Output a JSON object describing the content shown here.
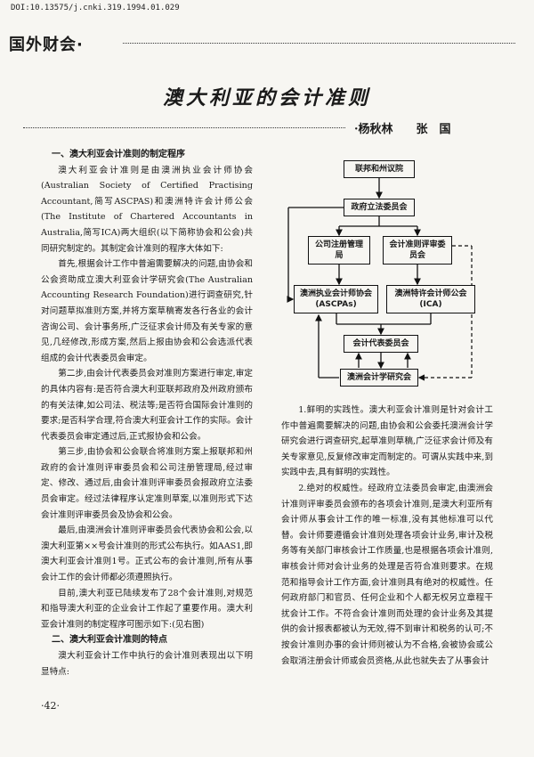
{
  "doi": "DOI:10.13575/j.cnki.319.1994.01.029",
  "section": "国外财会·",
  "title": "澳大利亚的会计准则",
  "authors": "·杨秋林　　张　国",
  "page_number": "·42·",
  "left_column": [
    {
      "type": "h",
      "text": "一、澳大利亚会计准则的制定程序"
    },
    {
      "type": "p",
      "text": "澳大利亚会计准则是由澳洲执业会计师协会(Australian Society of Certified Practising Accountant,简写ASCPAS)和澳洲特许会计师公会(The Institute of Chartered Accountants in Australia,简写ICA)两大组织(以下简称协会和公会)共同研究制定的。其制定会计准则的程序大体如下:"
    },
    {
      "type": "p",
      "text": "首先,根据会计工作中普遍需要解决的问题,由协会和公会资助成立澳大利亚会计学研究会(The Australian Accounting Research Foundation)进行调查研究,针对问题草拟准则方案,并将方案草稿寄发各行各业的会计咨询公司、会计事务所,广泛征求会计师及有关专家的意见,几经修改,形成方案,然后上报由协会和公会选派代表组成的会计代表委员会审定。"
    },
    {
      "type": "p",
      "text": "第二步,由会计代表委员会对准则方案进行审定,审定的具体内容有:是否符合澳大利亚联邦政府及州政府颁布的有关法律,如公司法、税法等;是否符合国际会计准则的要求;是否科学合理,符合澳大利亚会计工作的实际。会计代表委员会审定通过后,正式报协会和公会。"
    },
    {
      "type": "p",
      "text": "第三步,由协会和公会联合将准则方案上报联邦和州政府的会计准则评审委员会和公司注册管理局,经过审定、修改、通过后,由会计准则评审委员会报政府立法委员会审定。经过法律程序认定准则草案,以准则形式下达会计准则评审委员会及协会和公会。"
    },
    {
      "type": "p",
      "text": "最后,由澳洲会计准则评审委员会代表协会和公会,以澳大利亚第××号会计准则的形式公布执行。如AAS1,即澳大利亚会计准则1号。正式公布的会计准则,所有从事会计工作的会计师都必须遵照执行。"
    },
    {
      "type": "p",
      "text": "目前,澳大利亚已陆续发布了28个会计准则,对规范和指导澳大利亚的企业会计工作起了重要作用。澳大利亚会计准则的制定程序可图示如下:(见右图)"
    },
    {
      "type": "h",
      "text": "二、澳大利亚会计准则的特点"
    },
    {
      "type": "p",
      "text": "澳大利亚会计工作中执行的会计准则表现出以下明显特点:"
    }
  ],
  "right_column": [
    {
      "type": "p",
      "text": "1.鲜明的实践性。澳大利亚会计准则是针对会计工作中普遍需要解决的问题,由协会和公会委托澳洲会计学研究会进行调查研究,起草准则草稿,广泛征求会计师及有关专家意见,反复修改审定而制定的。可谓从实践中来,到实践中去,具有鲜明的实践性。"
    },
    {
      "type": "p",
      "text": "2.绝对的权威性。经政府立法委员会审定,由澳洲会计准则评审委员会颁布的各项会计准则,是澳大利亚所有会计师从事会计工作的唯一标准,没有其他标准可以代替。会计师要遵循会计准则处理各项会计业务,审计及税务等有关部门审核会计工作质量,也是根据各项会计准则,审核会计师对会计业务的处理是否符合准则要求。在规范和指导会计工作方面,会计准则具有绝对的权威性。任何政府部门和官员、任何企业和个人都无权另立章程干扰会计工作。不符合会计准则而处理的会计业务及其提供的会计报表都被认为无效,得不到审计和税务的认可;不按会计准则办事的会计师则被认为不合格,会被协会或公会取消注册会计师或会员资格,从此也就失去了从事会计"
    }
  ],
  "flowchart": {
    "nodes": [
      "联邦和州议院",
      "政府立法委员会",
      "公司注册管理局",
      "会计准则评审委员会",
      "澳洲执业会计师协会(ASCPAs)",
      "澳洲特许会计师公会(ICA)",
      "会计代表委员会",
      "澳洲会计学研究会"
    ]
  }
}
